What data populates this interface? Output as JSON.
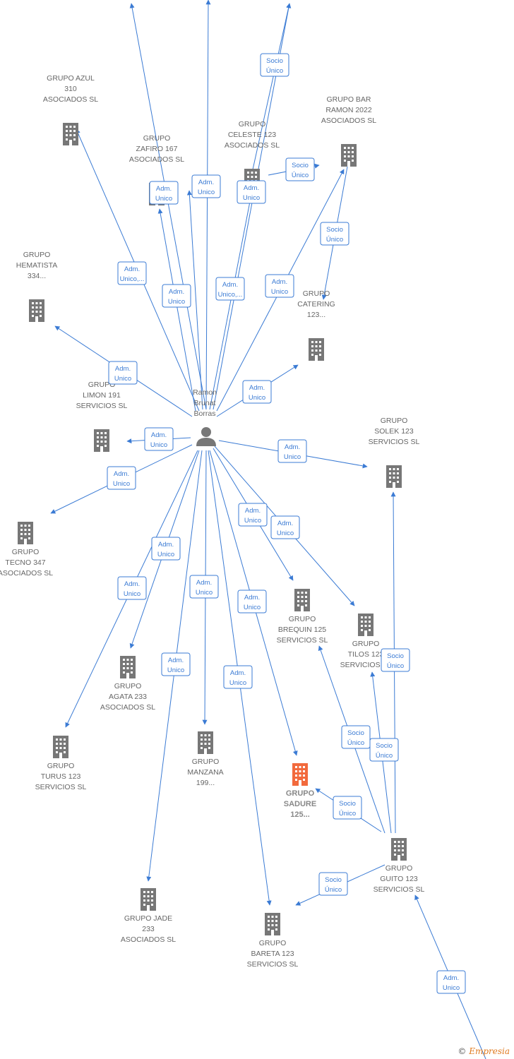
{
  "person": {
    "name_lines": [
      "Ramon",
      "Brunat",
      "Borras"
    ]
  },
  "nodes": [
    {
      "id": "azul",
      "lines": [
        "GRUPO AZUL",
        "310",
        "ASOCIADOS  SL"
      ],
      "highlight": false
    },
    {
      "id": "zafiro",
      "lines": [
        "GRUPO",
        "ZAFIRO 167",
        "ASOCIADOS  SL"
      ],
      "highlight": false
    },
    {
      "id": "celeste",
      "lines": [
        "GRUPO",
        "CELESTE 123",
        "ASOCIADOS  SL"
      ],
      "highlight": false
    },
    {
      "id": "bar",
      "lines": [
        "GRUPO BAR",
        "RAMON 2022",
        "ASOCIADOS  SL"
      ],
      "highlight": false
    },
    {
      "id": "hematista",
      "lines": [
        "GRUPO",
        "HEMATISTA",
        "334..."
      ],
      "highlight": false
    },
    {
      "id": "catering",
      "lines": [
        "GRUPO",
        "CATERING",
        "123..."
      ],
      "highlight": false
    },
    {
      "id": "limon",
      "lines": [
        "GRUPO",
        "LIMON 191",
        "SERVICIOS  SL"
      ],
      "highlight": false
    },
    {
      "id": "solek",
      "lines": [
        "GRUPO",
        "SOLEK 123",
        "SERVICIOS  SL"
      ],
      "highlight": false
    },
    {
      "id": "tecno",
      "lines": [
        "GRUPO",
        "TECNO 347",
        "ASOCIADOS  SL"
      ],
      "highlight": false
    },
    {
      "id": "brequin",
      "lines": [
        "GRUPO",
        "BREQUIN 125",
        "SERVICIOS  SL"
      ],
      "highlight": false
    },
    {
      "id": "tilos",
      "lines": [
        "GRUPO",
        "TILOS 123",
        "SERVICIOS  SL"
      ],
      "highlight": false
    },
    {
      "id": "agata",
      "lines": [
        "GRUPO",
        "AGATA 233",
        "ASOCIADOS  SL"
      ],
      "highlight": false
    },
    {
      "id": "turus",
      "lines": [
        "GRUPO",
        "TURUS 123",
        "SERVICIOS  SL"
      ],
      "highlight": false
    },
    {
      "id": "manzana",
      "lines": [
        "GRUPO",
        "MANZANA",
        "199..."
      ],
      "highlight": false
    },
    {
      "id": "sadure",
      "lines": [
        "GRUPO",
        "SADURE",
        "125..."
      ],
      "highlight": true
    },
    {
      "id": "guito",
      "lines": [
        "GRUPO",
        "GUITO 123",
        "SERVICIOS  SL"
      ],
      "highlight": false
    },
    {
      "id": "jade",
      "lines": [
        "GRUPO JADE",
        "233",
        "ASOCIADOS  SL"
      ],
      "highlight": false
    },
    {
      "id": "bareta",
      "lines": [
        "GRUPO",
        "BARETA 123",
        "SERVICIOS  SL"
      ],
      "highlight": false
    }
  ],
  "badges": [
    {
      "id": "b1",
      "lines": [
        "Socio",
        "Único"
      ]
    },
    {
      "id": "b2",
      "lines": [
        "Socio",
        "Único"
      ]
    },
    {
      "id": "b3",
      "lines": [
        "Adm.",
        "Unico"
      ]
    },
    {
      "id": "b4",
      "lines": [
        "Adm.",
        "Unico"
      ]
    },
    {
      "id": "b5",
      "lines": [
        "Adm.",
        "Unico"
      ]
    },
    {
      "id": "b6",
      "lines": [
        "Socio",
        "Único"
      ]
    },
    {
      "id": "b7",
      "lines": [
        "Adm.",
        "Unico,..."
      ]
    },
    {
      "id": "b8",
      "lines": [
        "Adm.",
        "Unico"
      ]
    },
    {
      "id": "b9",
      "lines": [
        "Adm.",
        "Unico,..."
      ]
    },
    {
      "id": "b10",
      "lines": [
        "Adm.",
        "Unico"
      ]
    },
    {
      "id": "b11",
      "lines": [
        "Adm.",
        "Unico"
      ]
    },
    {
      "id": "b12",
      "lines": [
        "Adm.",
        "Unico"
      ]
    },
    {
      "id": "b13",
      "lines": [
        "Adm.",
        "Unico"
      ]
    },
    {
      "id": "b14",
      "lines": [
        "Adm.",
        "Unico"
      ]
    },
    {
      "id": "b15",
      "lines": [
        "Adm.",
        "Unico"
      ]
    },
    {
      "id": "b16",
      "lines": [
        "Adm.",
        "Unico"
      ]
    },
    {
      "id": "b17",
      "lines": [
        "Adm.",
        "Unico"
      ]
    },
    {
      "id": "b18",
      "lines": [
        "Adm.",
        "Unico"
      ]
    },
    {
      "id": "b19",
      "lines": [
        "Adm.",
        "Unico"
      ]
    },
    {
      "id": "b20",
      "lines": [
        "Adm.",
        "Unico"
      ]
    },
    {
      "id": "b21",
      "lines": [
        "Adm.",
        "Unico"
      ]
    },
    {
      "id": "b22",
      "lines": [
        "Adm.",
        "Unico"
      ]
    },
    {
      "id": "b23",
      "lines": [
        "Adm.",
        "Unico"
      ]
    },
    {
      "id": "b24",
      "lines": [
        "Socio",
        "Único"
      ]
    },
    {
      "id": "b25",
      "lines": [
        "Socio",
        "Único"
      ]
    },
    {
      "id": "b26",
      "lines": [
        "Socio",
        "Único"
      ]
    },
    {
      "id": "b27",
      "lines": [
        "Socio",
        "Único"
      ]
    },
    {
      "id": "b28",
      "lines": [
        "Socio",
        "Único"
      ]
    },
    {
      "id": "b29",
      "lines": [
        "Adm.",
        "Unico"
      ]
    }
  ],
  "colors": {
    "edge": "#3b7bd4",
    "building": "#777777",
    "building_highlight": "#f26a3d",
    "person": "#777777"
  },
  "footer": {
    "copyright": "©",
    "brand": "Empresia"
  }
}
